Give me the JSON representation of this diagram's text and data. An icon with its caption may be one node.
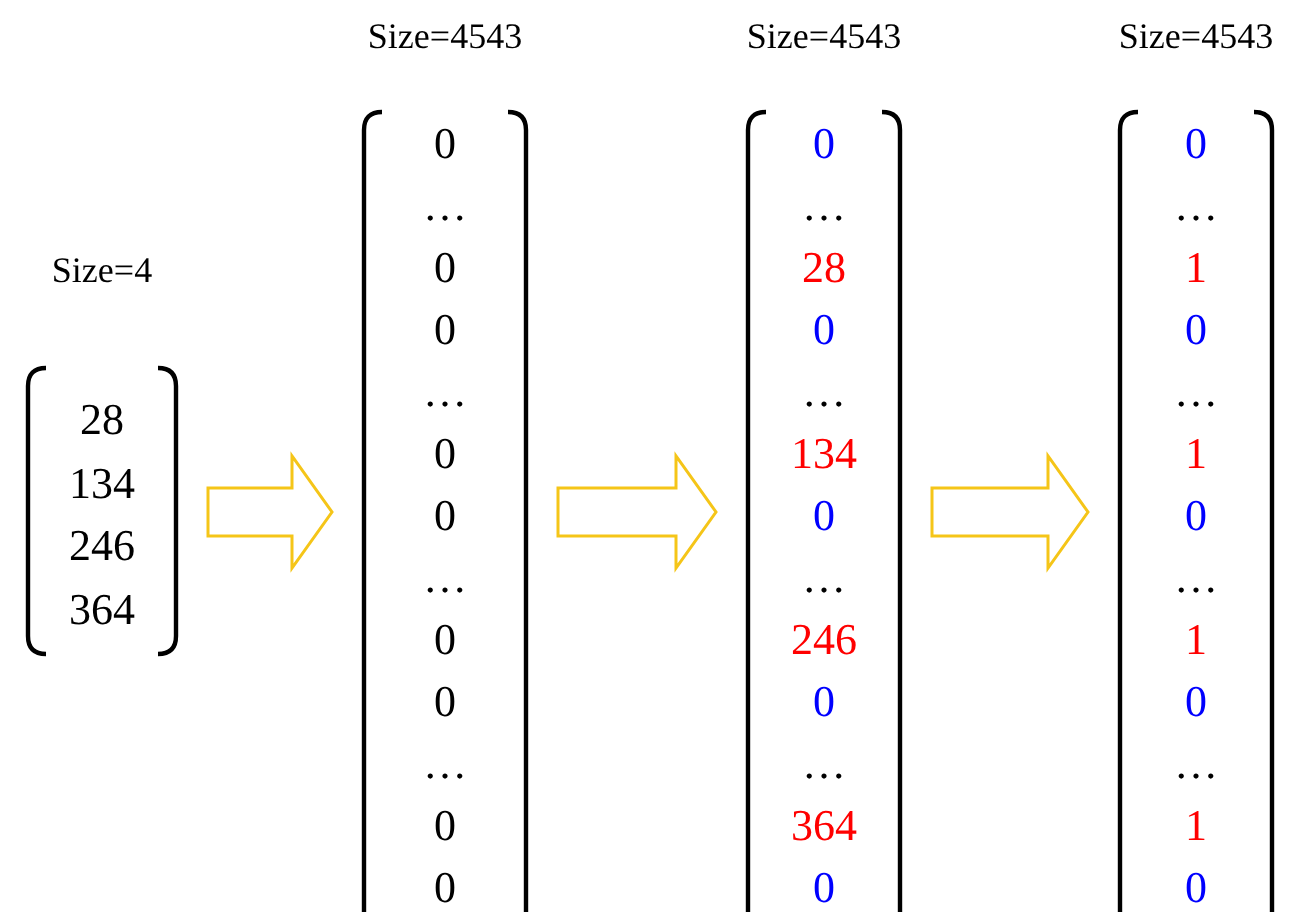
{
  "diagram": {
    "nodes": [
      {
        "text": [
          "Size=4",
          "28",
          "134",
          "246",
          "364"
        ]
      },
      {
        "text": [
          "Size=4543",
          "0",
          "…",
          "0",
          "0",
          "…",
          "0",
          "0",
          "…",
          "0",
          "0",
          "…",
          "0",
          "0"
        ]
      },
      {
        "text": [
          "Size=4543",
          "0",
          "…",
          "28",
          "0",
          "…",
          "134",
          "0",
          "…",
          "246",
          "0",
          "…",
          "364",
          "0"
        ]
      },
      {
        "text": [
          "Size=4543",
          "0",
          "…",
          "1",
          "0",
          "…",
          "1",
          "0",
          "…",
          "1",
          "0",
          "…",
          "1",
          "0"
        ]
      }
    ],
    "edges": [
      {
        "from": 0,
        "to": 1,
        "arrow": "to"
      },
      {
        "from": 1,
        "to": 2,
        "arrow": "to"
      },
      {
        "from": 2,
        "to": 3,
        "arrow": "to"
      }
    ]
  }
}
